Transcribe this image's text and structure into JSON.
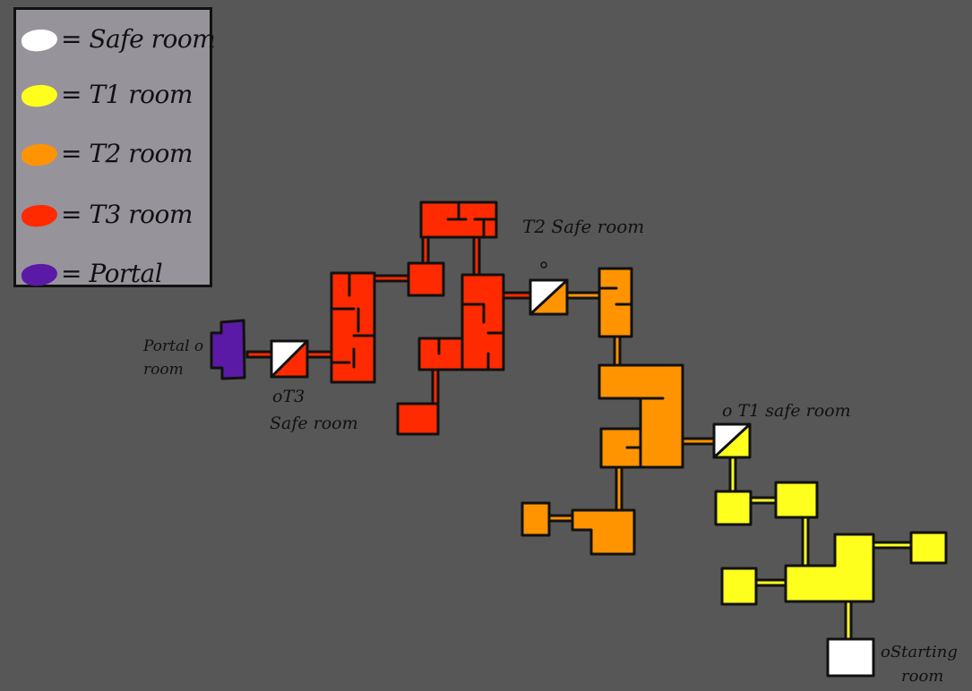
{
  "legend": {
    "items": [
      {
        "key": "safe",
        "label": "= Safe room",
        "color": "#ffffff"
      },
      {
        "key": "t1",
        "label": "= T1 room",
        "color": "#ffff1e"
      },
      {
        "key": "t2",
        "label": "= T2 room",
        "color": "#ff9400"
      },
      {
        "key": "t3",
        "label": "= T3 room",
        "color": "#ff2a00"
      },
      {
        "key": "portal",
        "label": "= Portal",
        "color": "#5b1aa5"
      }
    ]
  },
  "labels": {
    "t2_safe": "T2 Safe room",
    "t1_safe": "o T1 safe room",
    "t3_safe_line1": "oT3",
    "t3_safe_line2": "Safe room",
    "portal_line1": "Portal o",
    "portal_line2": "room",
    "start_line1": "oStarting",
    "start_line2": "room"
  }
}
